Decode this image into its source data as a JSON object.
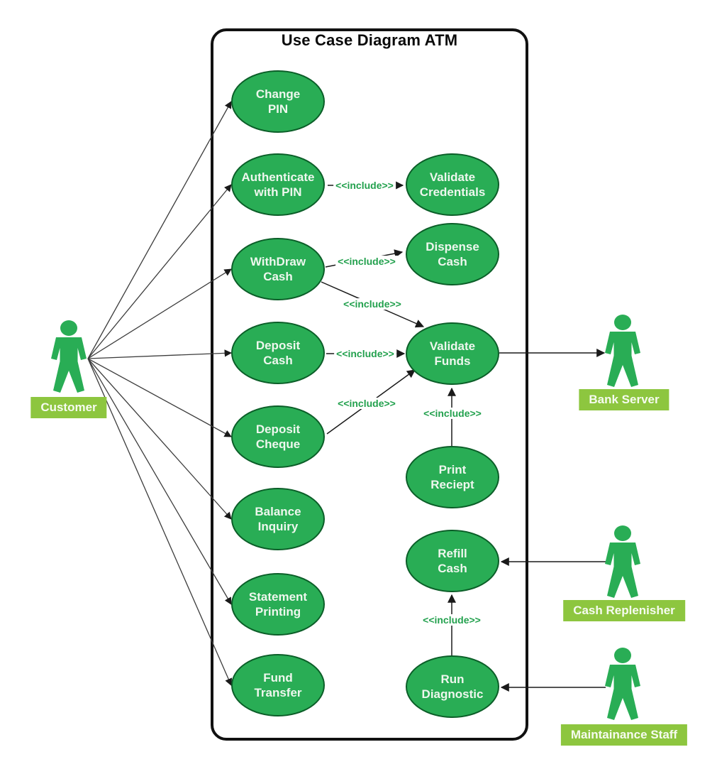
{
  "title": "Use Case Diagram ATM",
  "include_label": "<<include>>",
  "colors": {
    "use_case_fill": "#29ad55",
    "use_case_border": "#0b5e28",
    "actor_fill": "#29ad55",
    "actor_label_bg": "#8dc63f",
    "include_text": "#23a14e",
    "line": "#1a1a1a",
    "boundary": "#111111"
  },
  "use_cases": [
    {
      "id": "change-pin",
      "label": "Change\nPIN"
    },
    {
      "id": "authenticate-with-pin",
      "label": "Authenticate\nwith PIN"
    },
    {
      "id": "validate-credentials",
      "label": "Validate\nCredentials"
    },
    {
      "id": "withdraw-cash",
      "label": "WithDraw\nCash"
    },
    {
      "id": "dispense-cash",
      "label": "Dispense\nCash"
    },
    {
      "id": "deposit-cash",
      "label": "Deposit\nCash"
    },
    {
      "id": "validate-funds",
      "label": "Validate\nFunds"
    },
    {
      "id": "deposit-cheque",
      "label": "Deposit\nCheque"
    },
    {
      "id": "balance-inquiry",
      "label": "Balance\nInquiry"
    },
    {
      "id": "print-reciept",
      "label": "Print\nReciept"
    },
    {
      "id": "statement-printing",
      "label": "Statement\nPrinting"
    },
    {
      "id": "refill-cash",
      "label": "Refill\nCash"
    },
    {
      "id": "fund-transfer",
      "label": "Fund\nTransfer"
    },
    {
      "id": "run-diagnostic",
      "label": "Run\nDiagnostic"
    }
  ],
  "actors": [
    {
      "id": "customer",
      "label": "Customer"
    },
    {
      "id": "bank-server",
      "label": "Bank Server"
    },
    {
      "id": "cash-replenisher",
      "label": "Cash Replenisher"
    },
    {
      "id": "maintainance-staff",
      "label": "Maintainance Staff"
    }
  ],
  "relationships": [
    {
      "from": "Customer",
      "to": "Change PIN",
      "type": "association"
    },
    {
      "from": "Customer",
      "to": "Authenticate with PIN",
      "type": "association"
    },
    {
      "from": "Customer",
      "to": "WithDraw Cash",
      "type": "association"
    },
    {
      "from": "Customer",
      "to": "Deposit Cash",
      "type": "association"
    },
    {
      "from": "Customer",
      "to": "Deposit Cheque",
      "type": "association"
    },
    {
      "from": "Customer",
      "to": "Balance Inquiry",
      "type": "association"
    },
    {
      "from": "Customer",
      "to": "Statement Printing",
      "type": "association"
    },
    {
      "from": "Customer",
      "to": "Fund Transfer",
      "type": "association"
    },
    {
      "from": "Authenticate with PIN",
      "to": "Validate Credentials",
      "type": "include"
    },
    {
      "from": "WithDraw Cash",
      "to": "Dispense Cash",
      "type": "include"
    },
    {
      "from": "WithDraw Cash",
      "to": "Validate Funds",
      "type": "include"
    },
    {
      "from": "Deposit Cash",
      "to": "Validate Funds",
      "type": "include"
    },
    {
      "from": "Deposit Cheque",
      "to": "Validate Funds",
      "type": "include"
    },
    {
      "from": "Print Reciept",
      "to": "Validate Funds",
      "type": "include"
    },
    {
      "from": "Run Diagnostic",
      "to": "Refill Cash",
      "type": "include"
    },
    {
      "from": "Validate Funds",
      "to": "Bank Server",
      "type": "association"
    },
    {
      "from": "Cash Replenisher",
      "to": "Refill Cash",
      "type": "association"
    },
    {
      "from": "Maintainance Staff",
      "to": "Run Diagnostic",
      "type": "association"
    }
  ]
}
